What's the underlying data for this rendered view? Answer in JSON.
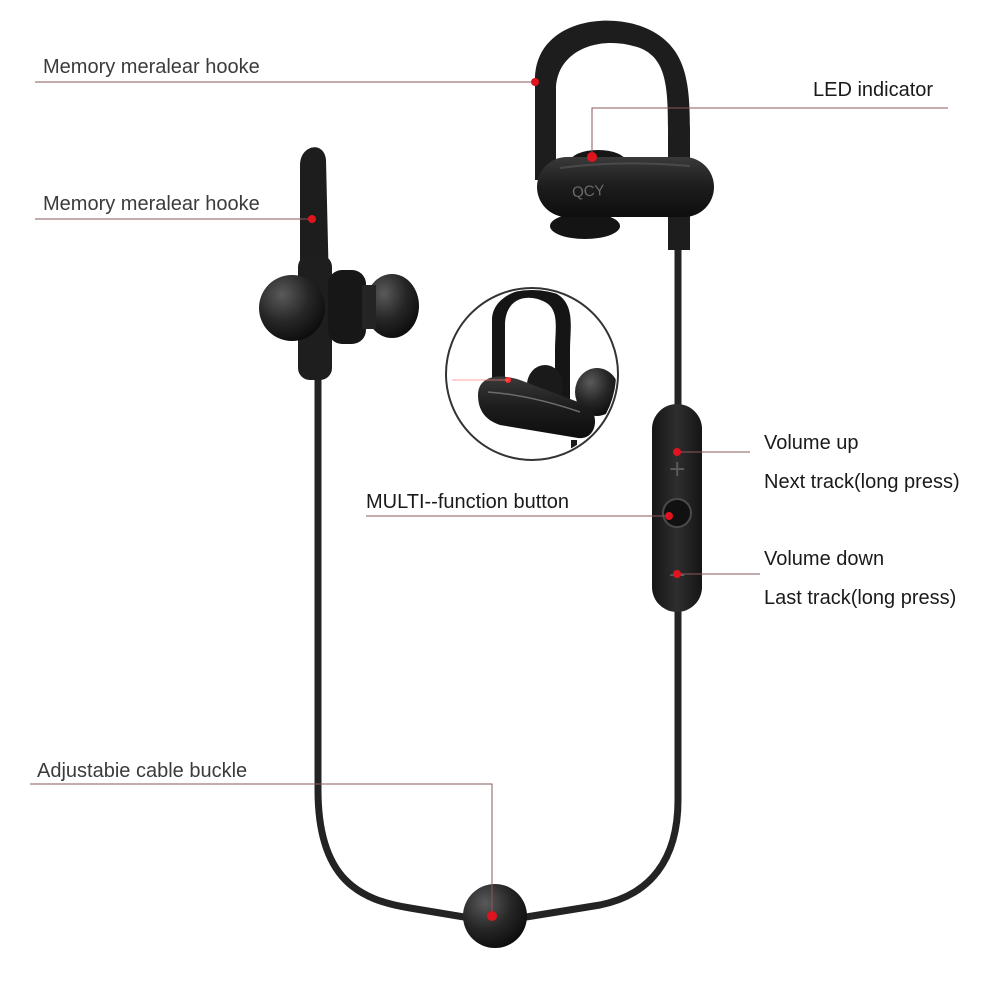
{
  "labels": {
    "memory_hook_top": "Memory meralear hooke",
    "memory_hook_left": "Memory meralear hooke",
    "led_indicator": "LED indicator",
    "volume_up": "Volume up",
    "next_track": "Next track(long press)",
    "multi_function": "MULTI--function button",
    "volume_down": "Volume down",
    "last_track": "Last track(long press)",
    "cable_buckle": "Adjustabie cable buckle"
  },
  "brand": {
    "logo_text": "QCY"
  },
  "remote_symbols": {
    "plus": "+",
    "minus": "−"
  },
  "colors": {
    "marker": "#e0141e",
    "leader_line": "#8a5a5a",
    "product_body": "#1f1f1f",
    "text": "#1a1a1a"
  }
}
